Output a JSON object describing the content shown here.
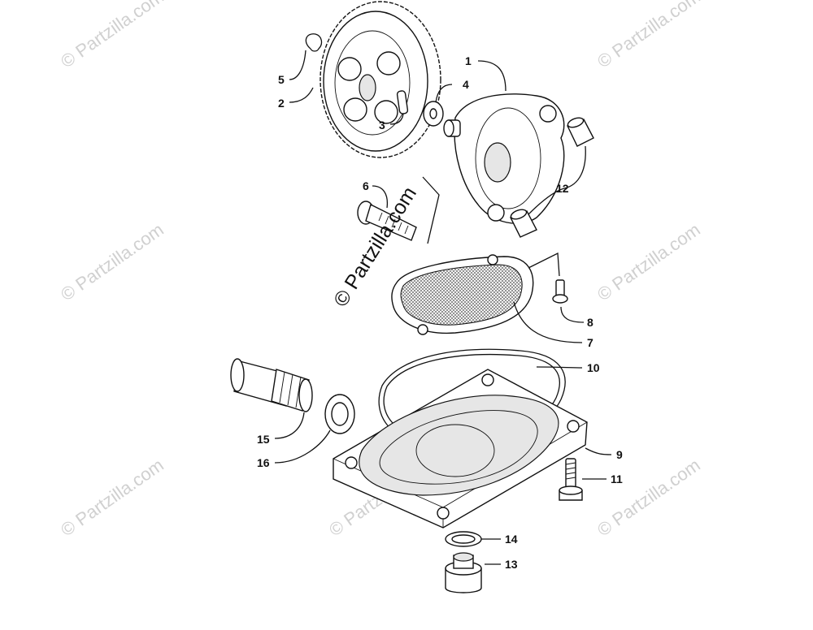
{
  "watermark_text": "© Partzilla.com",
  "center_watermark_text": "© Partzilla.com",
  "callouts": [
    {
      "id": "1",
      "label": "1"
    },
    {
      "id": "2",
      "label": "2"
    },
    {
      "id": "3",
      "label": "3"
    },
    {
      "id": "4",
      "label": "4"
    },
    {
      "id": "5",
      "label": "5"
    },
    {
      "id": "6",
      "label": "6"
    },
    {
      "id": "7",
      "label": "7"
    },
    {
      "id": "8",
      "label": "8"
    },
    {
      "id": "9",
      "label": "9"
    },
    {
      "id": "10",
      "label": "10"
    },
    {
      "id": "11",
      "label": "11"
    },
    {
      "id": "12",
      "label": "12"
    },
    {
      "id": "13",
      "label": "13"
    },
    {
      "id": "14",
      "label": "14"
    },
    {
      "id": "15",
      "label": "15"
    },
    {
      "id": "16",
      "label": "16"
    }
  ]
}
